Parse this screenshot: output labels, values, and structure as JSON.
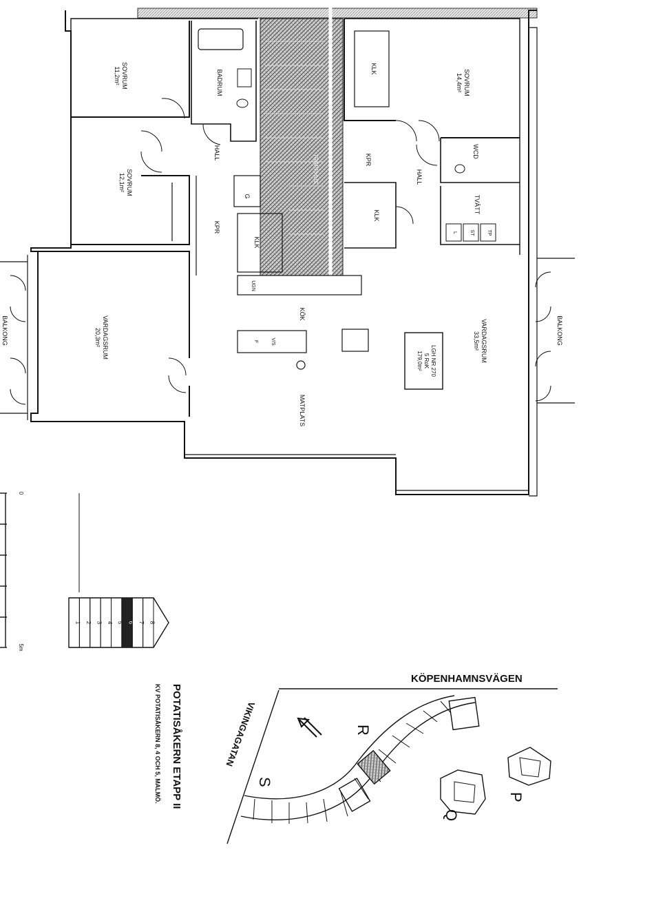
{
  "plan": {
    "rooms": {
      "sovrum_top_left": {
        "name": "SOVRUM",
        "area": "11,2m²"
      },
      "sovrum_mid_left": {
        "name": "SOVRUM",
        "area": "12,1m²"
      },
      "vardagsrum_left": {
        "name": "VARDAGSRUM",
        "area": "20,3m²"
      },
      "sovrum_right": {
        "name": "SOVRUM",
        "area": "14,4m²"
      },
      "vardagsrum_right": {
        "name": "VARDAGSRUM",
        "area": "33,5m²"
      }
    },
    "labels": {
      "badrum": "BADRUM",
      "hall_left": "HALL",
      "kpr_left": "KPR",
      "klk_left": "KLK",
      "g": "G",
      "ugn": "UGN",
      "kok": "KÖK",
      "f": "F",
      "vs": "V/S",
      "matplats": "MATPLATS",
      "trapphus": "TRAPPHUS",
      "klk_top_right": "KLK",
      "kpr_right": "KPR",
      "klk_mid_right": "KLK",
      "hall_right": "HALL",
      "wcd": "WCD",
      "tvatt": "TVÄTT",
      "l": "L",
      "st": "ST",
      "tp": "TP",
      "balkong_left": "BALKONG",
      "balkong_right": "BALKONG"
    },
    "apartment_box": {
      "line1": "LGH NR 270",
      "line2": "5 RoK",
      "line3": "179,0m²"
    }
  },
  "scale": {
    "start": "0",
    "end": "5m"
  },
  "floor_indicator": {
    "floors": [
      "1",
      "2",
      "3",
      "4",
      "5",
      "6",
      "7",
      "8"
    ],
    "highlighted": "6"
  },
  "site_plan": {
    "street_top": "KÖPENHAMNSVÄGEN",
    "street_left": "VIKINGAGATAN",
    "block_labels": [
      "P",
      "Q",
      "R",
      "S"
    ]
  },
  "title_block": {
    "title": "POTATISÅKERN ETAPP II",
    "subtitle": "KV POTATISÅKERN 8, 4 OCH 5, MALMÖ."
  },
  "colors": {
    "ink": "#111111",
    "hatch": "#555555",
    "highlight": "#222222"
  }
}
